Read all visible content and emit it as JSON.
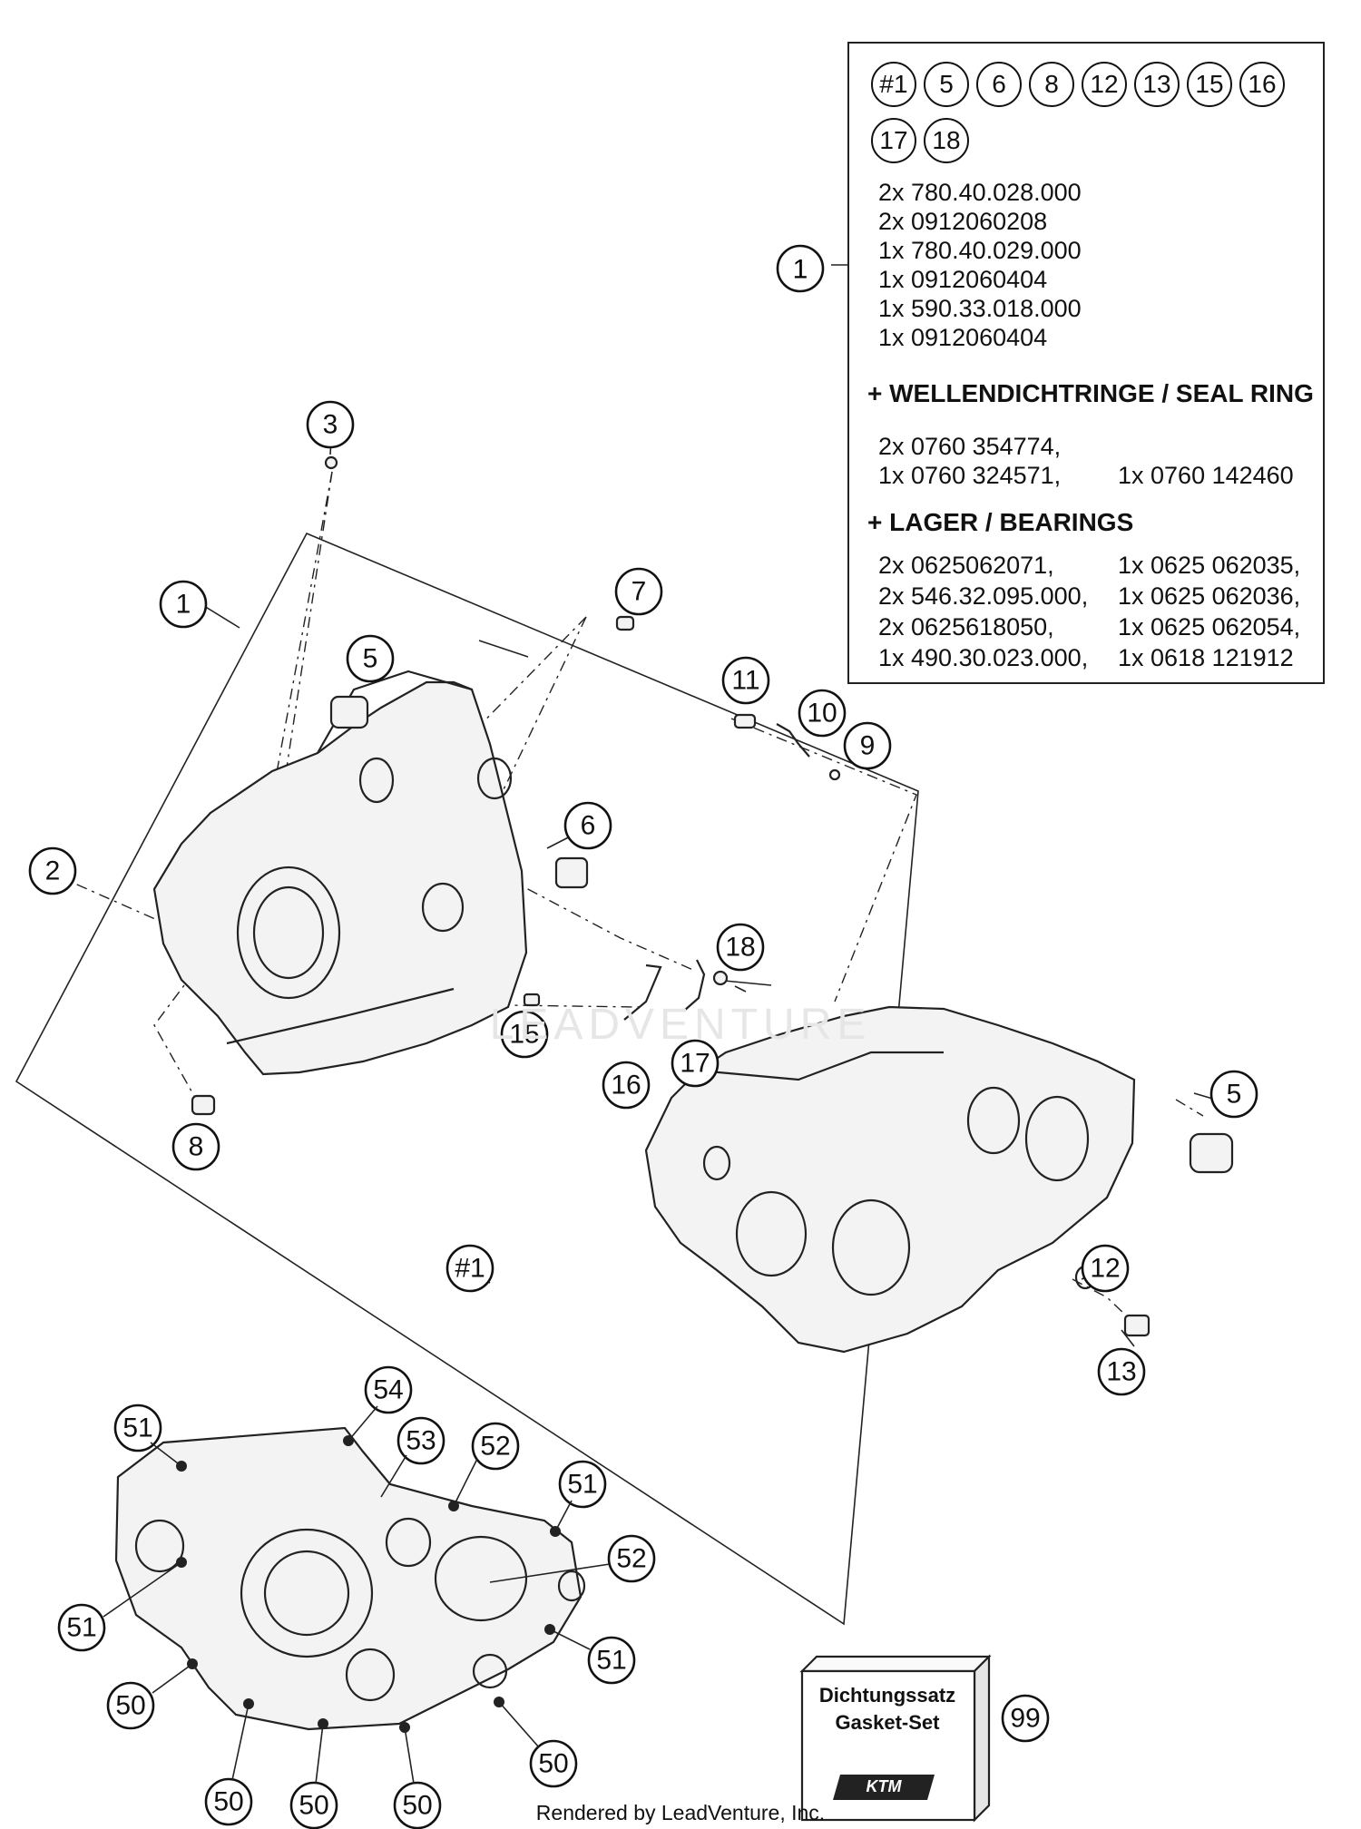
{
  "kit_box": {
    "included_items": [
      "#1",
      "5",
      "6",
      "8",
      "12",
      "13",
      "15",
      "16",
      "17",
      "18"
    ],
    "callout": "1",
    "parts": [
      "2x 780.40.028.000",
      "2x 0912060208",
      "1x 780.40.029.000",
      "1x 0912060404",
      "1x 590.33.018.000",
      "1x 0912060404"
    ],
    "seal_heading": "+ WELLENDICHTRINGE /  SEAL RING",
    "seal_line1": "2x 0760 354774,",
    "seal_line2_a": "1x 0760 324571,",
    "seal_line2_b": "1x 0760 142460",
    "bearing_heading": "+ LAGER / BEARINGS",
    "bearings": [
      [
        "2x 0625062071,",
        "1x 0625 062035,"
      ],
      [
        "2x 546.32.095.000,",
        "1x 0625 062036,"
      ],
      [
        "2x 0625618050,",
        "1x 0625 062054,"
      ],
      [
        "1x 490.30.023.000,",
        "1x 0618 121912"
      ]
    ]
  },
  "callouts": {
    "c3": "3",
    "c1": "1",
    "c7": "7",
    "c5a": "5",
    "c2": "2",
    "c6": "6",
    "c11": "11",
    "c10": "10",
    "c9": "9",
    "c18": "18",
    "c15": "15",
    "c16": "16",
    "c17": "17",
    "c8": "8",
    "c5b": "5",
    "c_assy": "#1",
    "c12": "12",
    "c13": "13",
    "c54": "54",
    "c51a": "51",
    "c53": "53",
    "c52a": "52",
    "c51b": "51",
    "c52b": "52",
    "c51c": "51",
    "c51d": "51",
    "c50a": "50",
    "c50b": "50",
    "c50c": "50",
    "c50d": "50",
    "c50e": "50",
    "c99": "99"
  },
  "gasket_set": {
    "line1": "Dichtungssatz",
    "line2": "Gasket-Set",
    "logo_text": "KTM"
  },
  "watermark": "LEADVENTURE",
  "footer": "Rendered by LeadVenture, Inc."
}
